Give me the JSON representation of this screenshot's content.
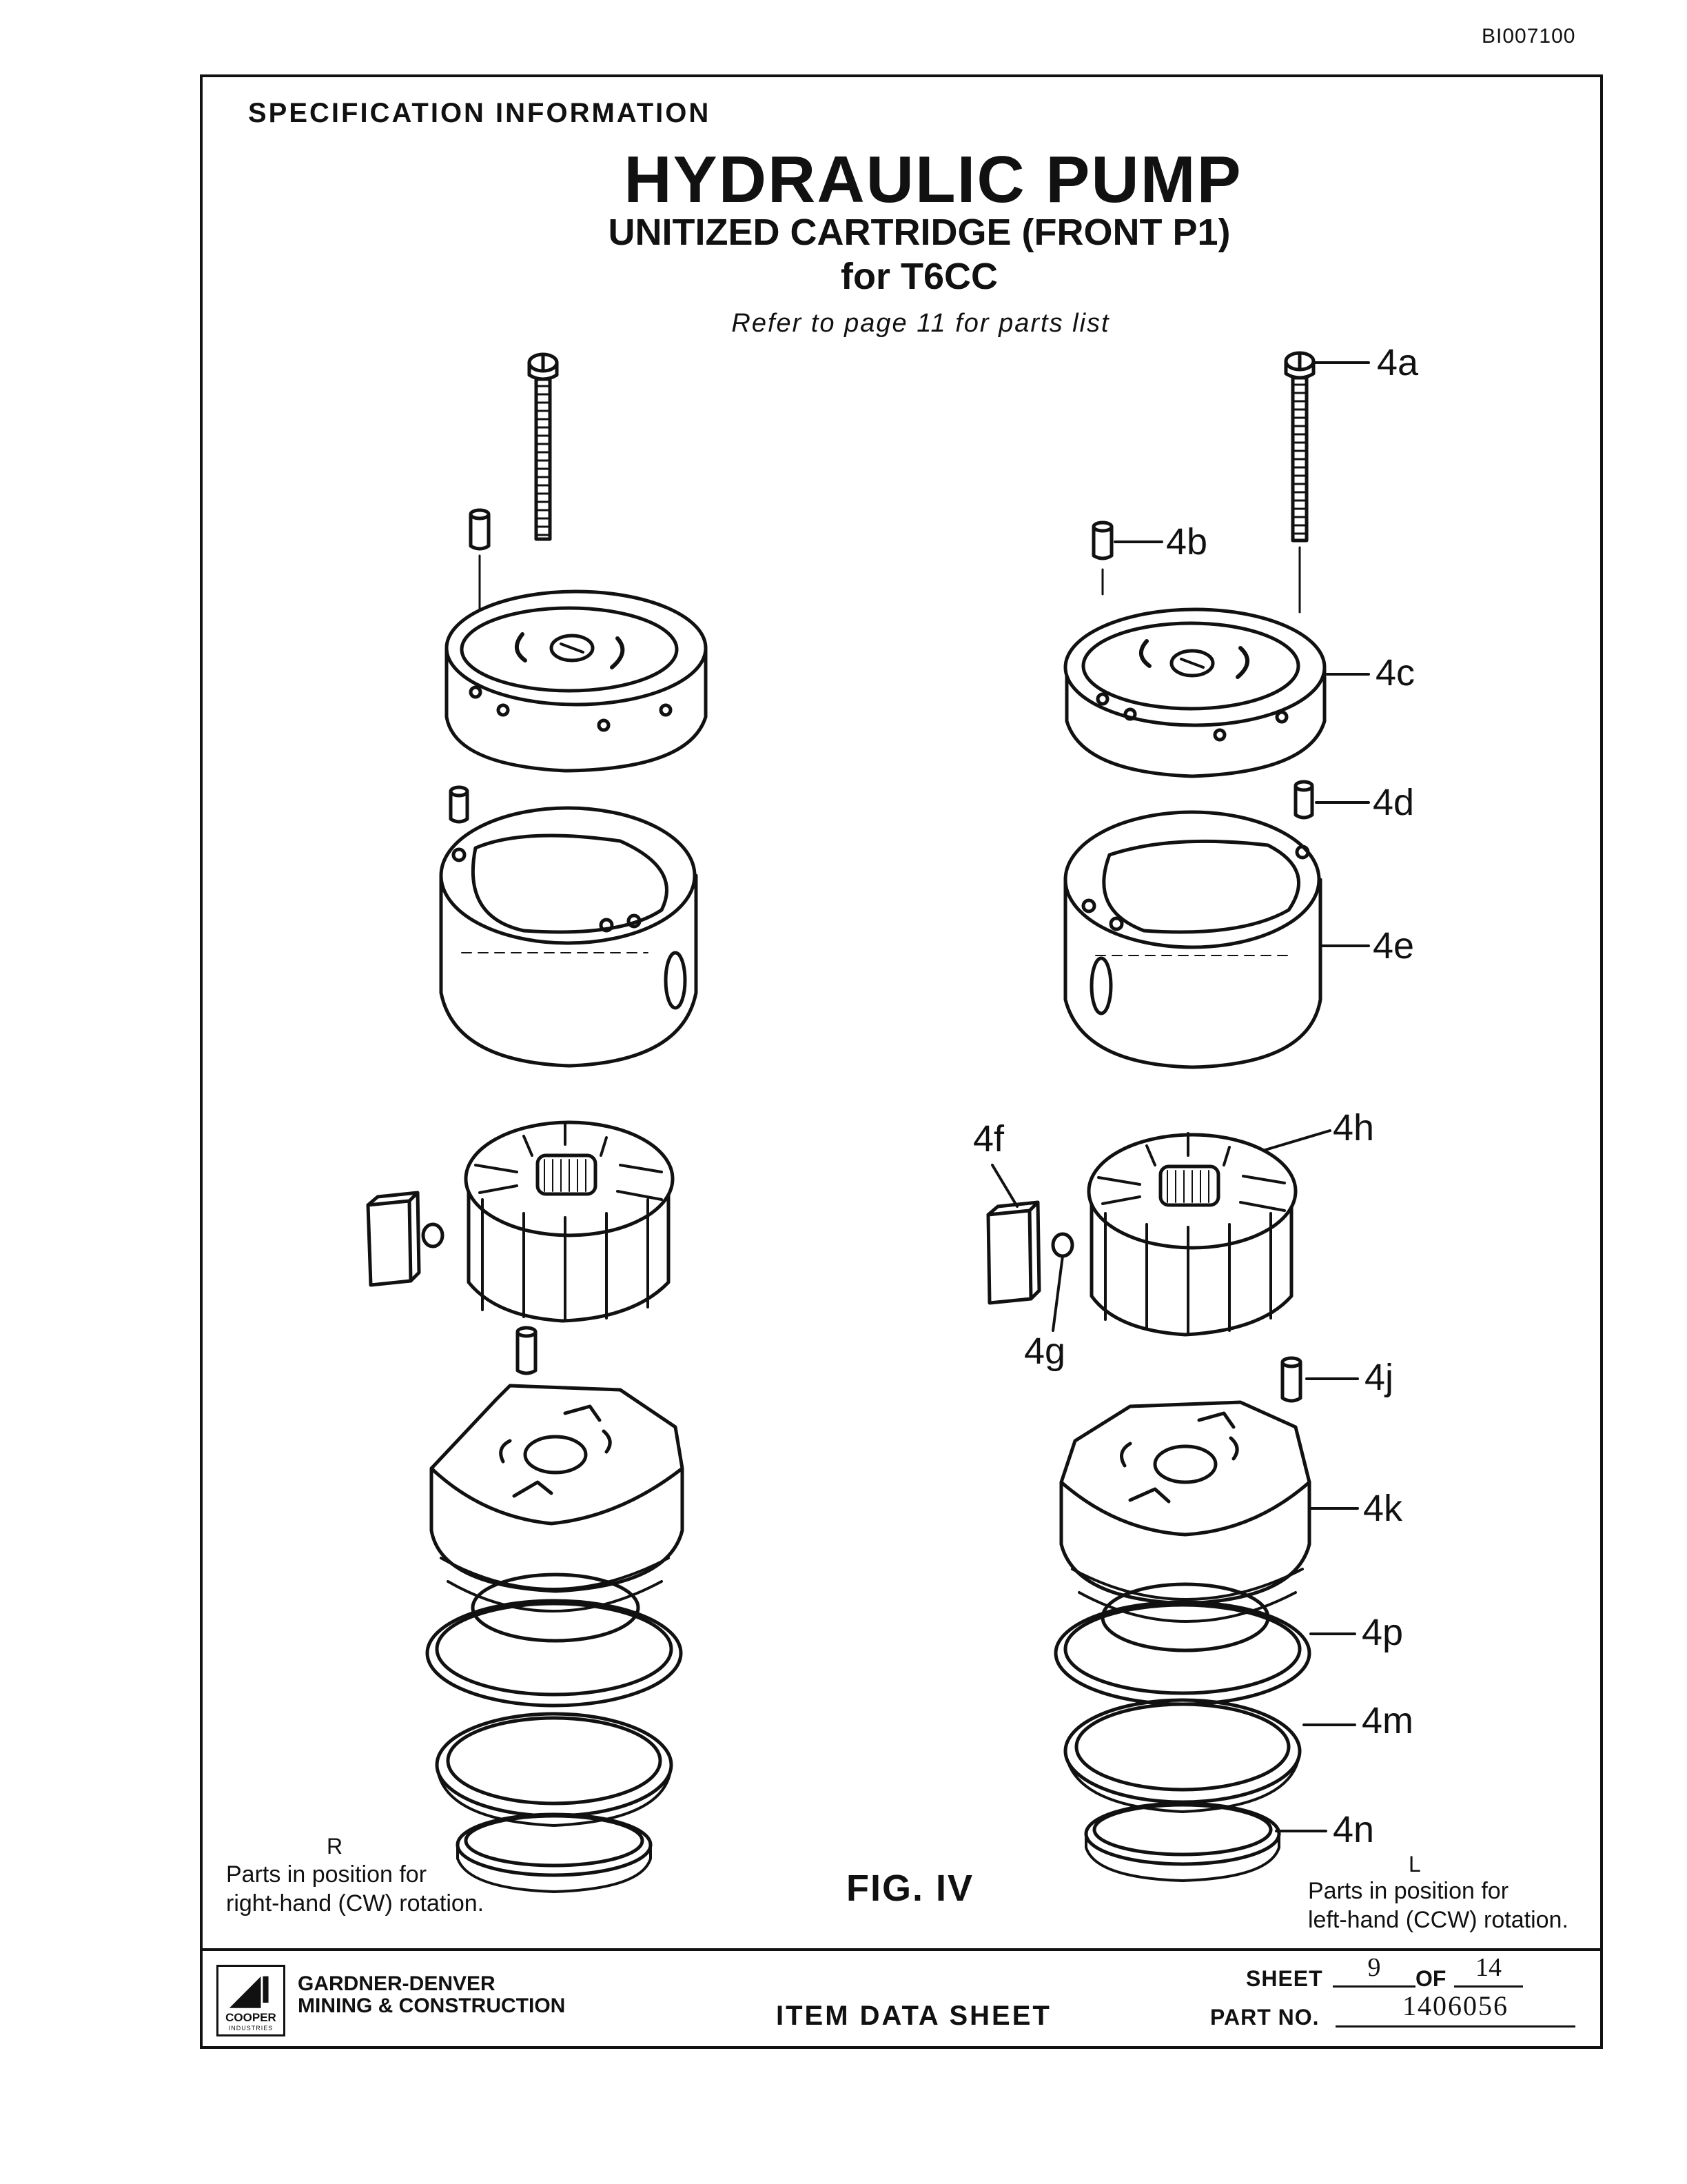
{
  "header": {
    "doc_id": "BI007100",
    "section": "SPECIFICATION INFORMATION",
    "title": "HYDRAULIC PUMP",
    "subtitle": "UNITIZED CARTRIDGE (FRONT P1)",
    "for_line": "for  T6CC",
    "refer_note": "Refer to page 11 for parts list"
  },
  "figure": {
    "label": "FIG. IV",
    "callouts": [
      "4a",
      "4b",
      "4c",
      "4d",
      "4e",
      "4f",
      "4h",
      "4g",
      "4j",
      "4k",
      "4p",
      "4m",
      "4n"
    ],
    "left_caption": {
      "letter": "R",
      "line1": "Parts in position for",
      "line2": "right-hand (CW) rotation."
    },
    "right_caption": {
      "letter": "L",
      "line1": "Parts in position for",
      "line2": "left-hand (CCW) rotation."
    }
  },
  "footer": {
    "logo_mark": "◢I",
    "logo_company": "COOPER",
    "logo_industries": "INDUSTRIES",
    "company_line1": "GARDNER-DENVER",
    "company_line2": "MINING & CONSTRUCTION",
    "item_data_sheet": "ITEM DATA SHEET",
    "sheet_label": "SHEET",
    "sheet_value": "9",
    "of_label": "OF",
    "of_value": "14",
    "part_label": "PART NO.",
    "part_value": "1406056"
  }
}
